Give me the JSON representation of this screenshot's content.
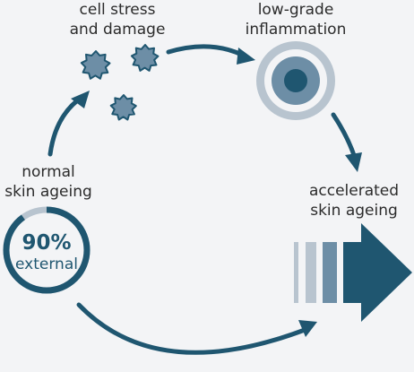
{
  "labels": {
    "stress": [
      "cell stress",
      "and damage"
    ],
    "inflammation": [
      "low-grade",
      "inflammation"
    ],
    "normal": [
      "normal",
      "skin ageing"
    ],
    "accelerated": [
      "accelerated",
      "skin ageing"
    ]
  },
  "ring": {
    "value": "90%",
    "value_fraction": 0.9,
    "sublabel": "external"
  },
  "colors": {
    "dark": "#1f5670",
    "mid": "#6d8ea6",
    "light": "#b8c4cf",
    "background": "#f3f4f6"
  }
}
